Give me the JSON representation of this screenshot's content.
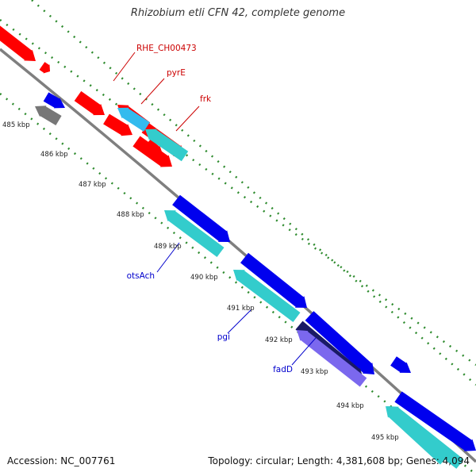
{
  "title": "Rhizobium etli CFN 42, complete genome",
  "footer": {
    "accession": "Accession: NC_007761",
    "summary": "Topology: circular; Length: 4,381,608 bp; Genes: 4,094"
  },
  "colors": {
    "backbone": "#7f7f7f",
    "ruler": "#2e8b2e",
    "red": "#ff0000",
    "blue": "#0000ee",
    "cyan": "#33cccc",
    "lightblue": "#33bbee",
    "grey": "#777777",
    "navy": "#1a1a66",
    "violet": "#7b68ee",
    "redLabel": "#cc0000",
    "blueLabel": "#0000cc"
  },
  "ticks": [
    "485 kbp",
    "486 kbp",
    "487 kbp",
    "488 kbp",
    "489 kbp",
    "490 kbp",
    "491 kbp",
    "492 kbp",
    "493 kbp",
    "494 kbp",
    "495 kbp"
  ],
  "gene_labels": [
    "RHE_CH00473",
    "pyrE",
    "frk",
    "otsAch",
    "pgi",
    "fadD"
  ],
  "gene_colors": [
    "red",
    "red",
    "red",
    "red",
    "red",
    "red",
    "red",
    "red",
    "red",
    "lightblue",
    "cyan",
    "blue",
    "grey",
    "blue",
    "cyan",
    "blue",
    "cyan",
    "blue",
    "cyan",
    "blue",
    "navy",
    "violet",
    "blue",
    "cyan"
  ]
}
